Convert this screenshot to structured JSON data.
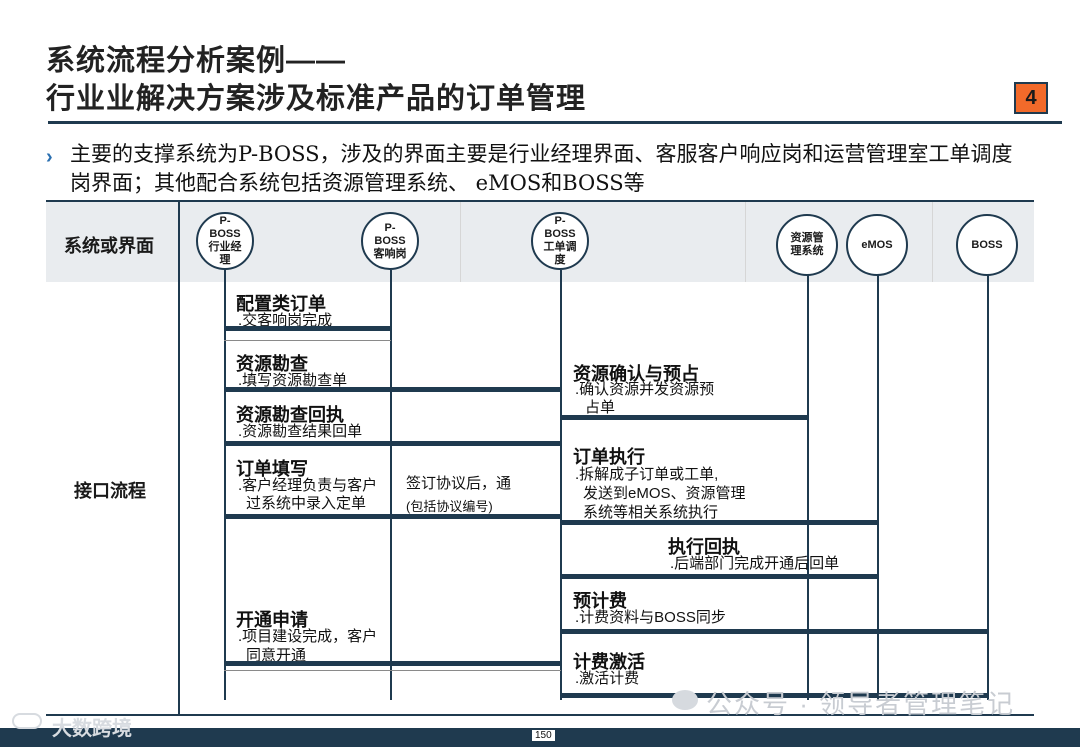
{
  "title": {
    "line1": "系统流程分析案例——",
    "line2": "行业业解决方案涉及标准产品的订单管理"
  },
  "page_badge": "4",
  "bullet": {
    "arrow": "›",
    "text": "主要的支撑系统为P-BOSS，涉及的界面主要是行业经理界面、客服客户响应岗和运营管理室工单调度岗界面；其他配合系统包括资源管理系统、 eMOS和BOSS等"
  },
  "table": {
    "header_label": "系统或界面",
    "row_label": "接口流程",
    "systems": [
      {
        "lines": [
          "P-",
          "BOSS",
          "行业经",
          "理"
        ]
      },
      {
        "lines": [
          "P-",
          "BOSS",
          "客响岗"
        ]
      },
      {
        "lines": [
          "P-",
          "BOSS",
          "工单调",
          "度"
        ]
      },
      {
        "lines": [
          "资源管",
          "理系统"
        ]
      },
      {
        "lines": [
          "eMOS"
        ]
      },
      {
        "lines": [
          "BOSS"
        ]
      }
    ]
  },
  "steps": {
    "s1": {
      "title": "配置类订单",
      "desc": ".交客响岗完成"
    },
    "s2": {
      "title": "资源勘查",
      "desc": ".填写资源勘查单"
    },
    "s3": {
      "title": "资源勘查回执",
      "desc": ".资源勘查结果回单"
    },
    "s4": {
      "title": "订单填写",
      "desc1": ".客户经理负责与客户",
      "desc2": "过系统中录入定单"
    },
    "s4_note": {
      "line1": "签订协议后，通",
      "line2": "(包括协议编号)"
    },
    "s5": {
      "title": "开通申请",
      "desc1": ".项目建设完成，客户",
      "desc2": "同意开通"
    },
    "r1": {
      "title": "资源确认与预占",
      "desc1": ".确认资源并发资源预",
      "desc2": "占单"
    },
    "r2": {
      "title": "订单执行",
      "desc1": ".拆解成子订单或工单,",
      "desc2": "发送到eMOS、资源管理",
      "desc3": "系统等相关系统执行"
    },
    "r3": {
      "title": "执行回执",
      "desc": ".后端部门完成开通后回单"
    },
    "r4": {
      "title": "预计费",
      "desc": ".计费资料与BOSS同步"
    },
    "r5": {
      "title": "计费激活",
      "desc": ".激活计费"
    }
  },
  "watermarks": {
    "wechat": "公众号 · 领导者管理笔记",
    "brand": "大数跨境"
  },
  "footer_page": "150",
  "colors": {
    "navy": "#1f3a4f",
    "orange": "#f26a2a",
    "header_band": "#e9ecef",
    "accent_blue": "#2a6fb0"
  }
}
